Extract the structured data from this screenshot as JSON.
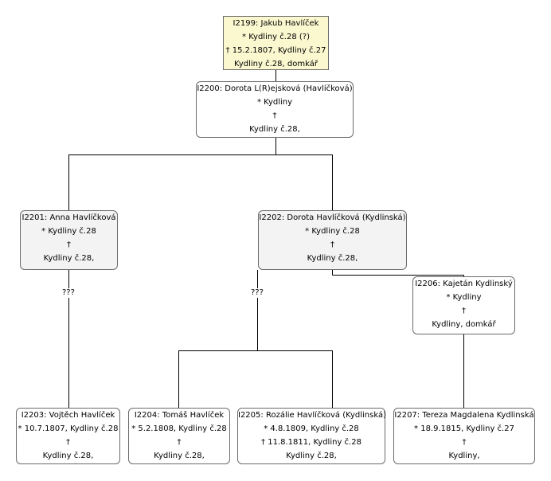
{
  "people": {
    "I2199": {
      "title": "I2199: Jakub Havlíček",
      "birth": "* Kydliny č.28 (?)",
      "death": "† 15.2.1807, Kydliny č.27",
      "extra": "Kydliny č.28, domkář"
    },
    "I2200": {
      "title": "I2200: Dorota L(R)ejsková (Havlíčková)",
      "birth": "* Kydliny",
      "death": "†",
      "extra": "Kydliny č.28,"
    },
    "I2201": {
      "title": "I2201: Anna Havlíčková",
      "birth": "* Kydliny č.28",
      "death": "†",
      "extra": "Kydliny č.28,"
    },
    "I2202": {
      "title": "I2202: Dorota Havlíčková (Kydlinská)",
      "birth": "* Kydliny č.28",
      "death": "†",
      "extra": "Kydliny č.28,"
    },
    "I2206": {
      "title": "I2206: Kajetán Kydlinský",
      "birth": "* Kydliny",
      "death": "†",
      "extra": "Kydliny, domkář"
    },
    "I2203": {
      "title": "I2203: Vojtěch Havlíček",
      "birth": "* 10.7.1807, Kydliny č.28",
      "death": "†",
      "extra": "Kydliny č.28,"
    },
    "I2204": {
      "title": "I2204: Tomáš Havlíček",
      "birth": "* 5.2.1808, Kydliny č.28",
      "death": "†",
      "extra": "Kydliny č.28,"
    },
    "I2205": {
      "title": "I2205: Rozálie Havlíčková (Kydlinská)",
      "birth": "* 4.8.1809, Kydliny č.28",
      "death": "† 11.8.1811, Kydliny č.28",
      "extra": "Kydliny č.28,"
    },
    "I2207": {
      "title": "I2207: Tereza Magdalena Kydlinská",
      "birth": "* 18.9.1815, Kydliny č.27",
      "death": "†",
      "extra": "Kydliny,"
    }
  },
  "unknown_partner_labels": [
    "???",
    "???"
  ],
  "colors": {
    "root_fill": "#fbf8d0",
    "highlight_fill": "#f3f3f3",
    "line": "#000000",
    "border": "#6b6b6b"
  }
}
